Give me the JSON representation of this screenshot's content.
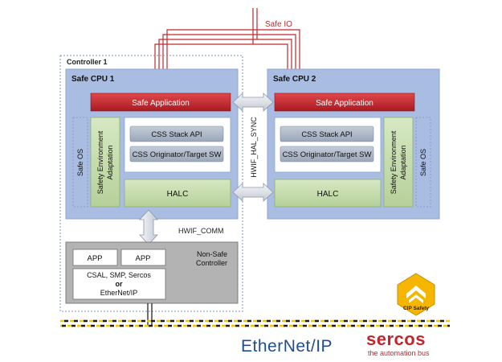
{
  "safe_io_label": "Safe IO",
  "controller1": {
    "title": "Controller 1"
  },
  "cpu1": {
    "title": "Safe CPU 1",
    "safe_app": "Safe Application",
    "safe_os": "Safe OS",
    "sea_line1": "Safety Environment",
    "sea_line2": "Adaptation",
    "css_stack_api": "CSS Stack API",
    "css_orig": "CSS Originator/Target SW",
    "halc": "HALC"
  },
  "cpu2": {
    "title": "Safe CPU 2",
    "safe_app": "Safe Application",
    "safe_os": "Safe OS",
    "sea_line1": "Safety Environment",
    "sea_line2": "Adaptation",
    "css_stack_api": "CSS Stack API",
    "css_orig": "CSS Originator/Target SW",
    "halc": "HALC"
  },
  "hwif_hal_sync": "HWIF_HAL_SYNC",
  "hwif_comm": "HWIF_COMM",
  "non_safe": {
    "title_line1": "Non-Safe",
    "title_line2": "Controller",
    "app1": "APP",
    "app2": "APP",
    "stack_line1": "CSAL, SMP, Sercos",
    "stack_line2": "or",
    "stack_line3": "EtherNet/IP"
  },
  "cip_badge": "CIP Safety",
  "ethernet_ip_logo": "EtherNet/IP",
  "sercos_logo": "sercos",
  "sercos_tagline": "the automation bus",
  "colors": {
    "cpu_blue": "#a9bde3",
    "safe_app_red": "#c9272e",
    "halc_green": "#c6dcae",
    "css_box_gray": "#aab5c6",
    "nonsafe_gray": "#b3b3b3",
    "io_line_red": "#c0272d",
    "bus_yellow": "#f0c800",
    "cip_yellow": "#f6b600",
    "ethernet_blue": "#1f4e8c",
    "sercos_red": "#c0272d"
  }
}
